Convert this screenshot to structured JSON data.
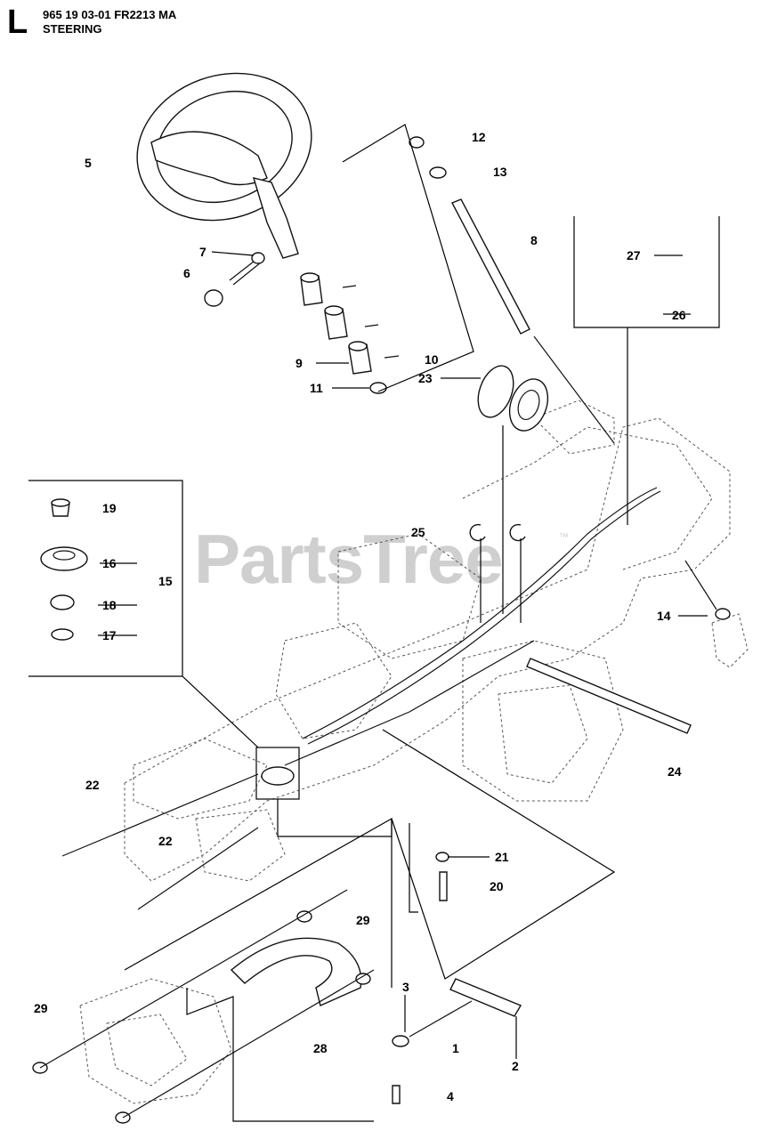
{
  "header": {
    "section_letter": "L",
    "model": "965 19 03-01 FR2213 MA",
    "title": "STEERING"
  },
  "watermark": {
    "text": "PartsTree",
    "tm": "™"
  },
  "callouts": {
    "c1": "1",
    "c3": "3",
    "c4": "4",
    "c2": "2",
    "c5": "5",
    "c6": "6",
    "c7": "7",
    "c8": "8",
    "c9": "9",
    "c10": "10",
    "c11": "11",
    "c12": "12",
    "c13": "13",
    "c14": "14",
    "c15": "15",
    "c16": "16",
    "c17": "17",
    "c18": "18",
    "c19": "19",
    "c20": "20",
    "c21": "21",
    "c22a": "22",
    "c22b": "22",
    "c23": "23",
    "c24": "24",
    "c25": "25",
    "c26": "26",
    "c27": "27",
    "c28": "28",
    "c29a": "29",
    "c29b": "29"
  }
}
